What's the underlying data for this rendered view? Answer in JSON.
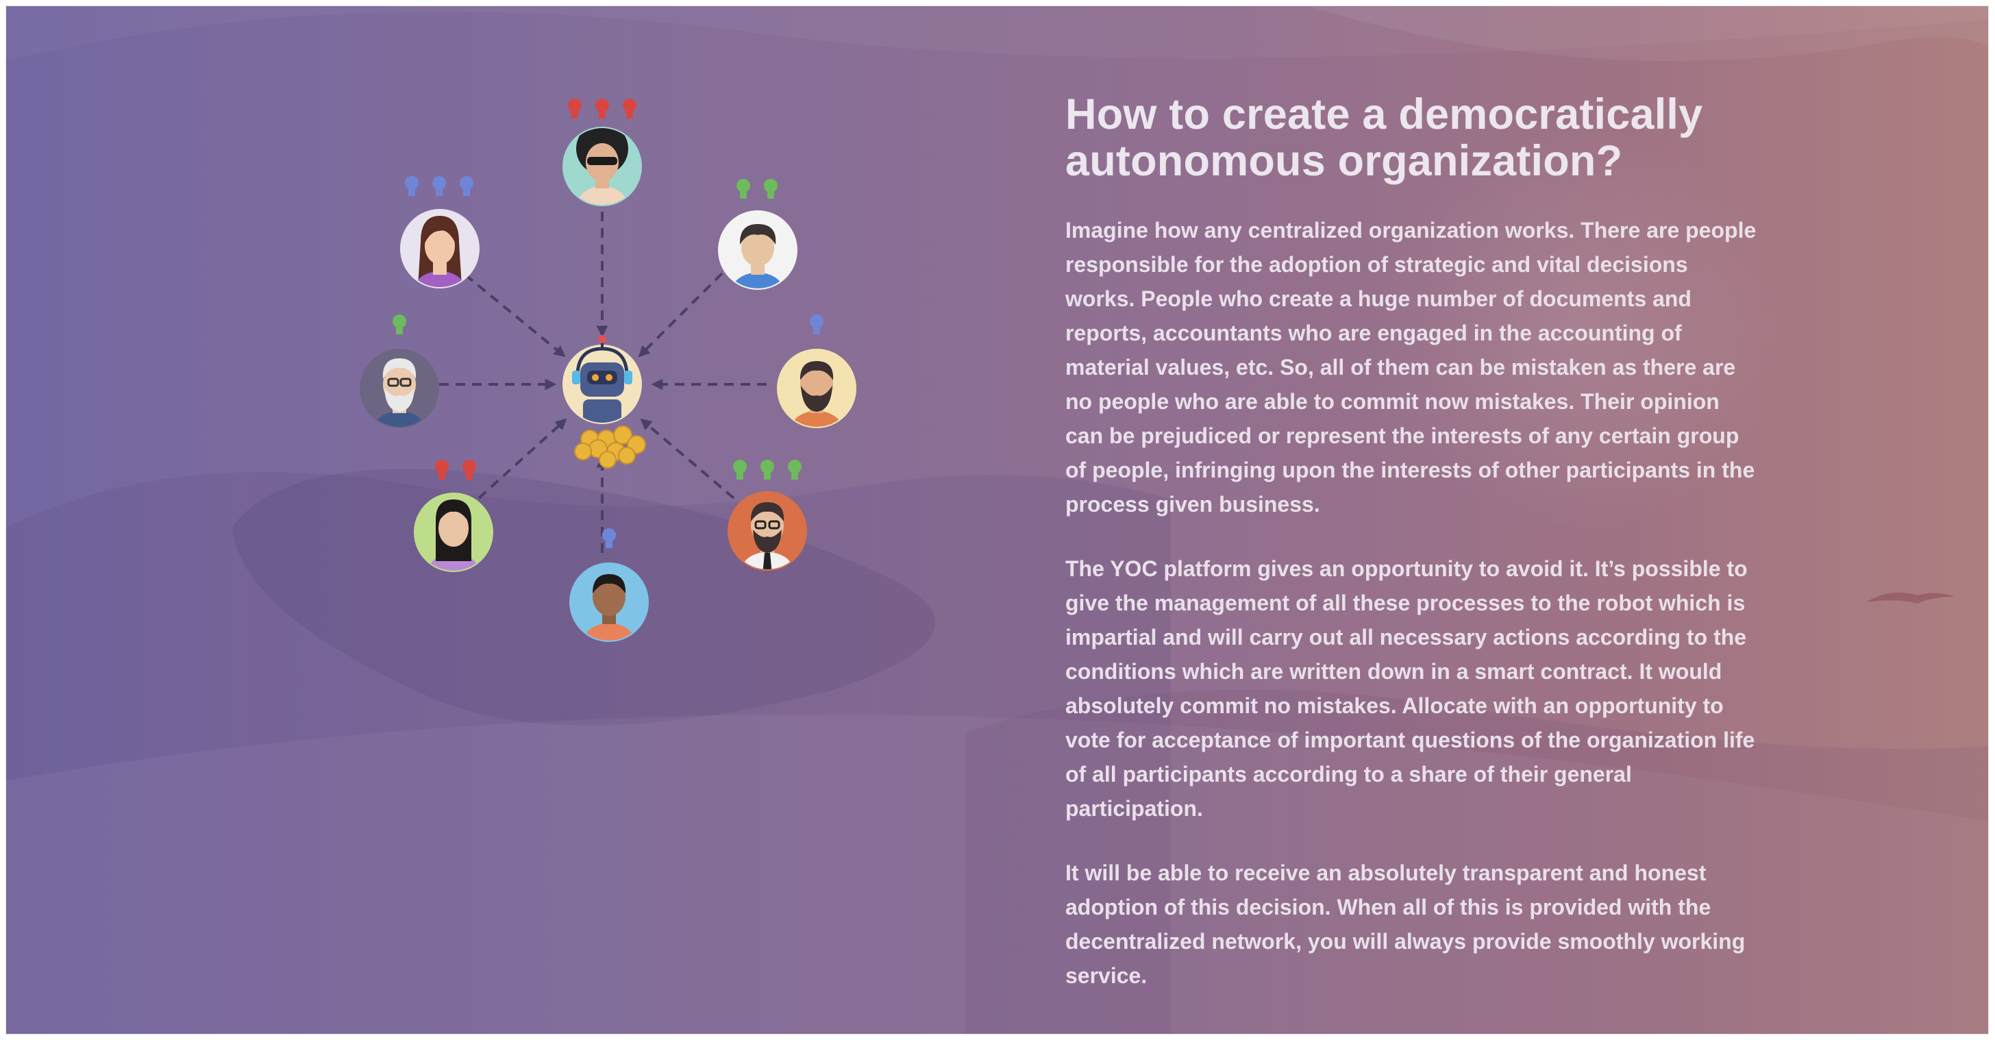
{
  "colors": {
    "background_start": "#7467a2",
    "background_end": "#ad7f80",
    "text": "#e9e1ea",
    "arrow": "#4a3f66",
    "bulb_red": "#d9463f",
    "bulb_blue": "#6f86d8",
    "bulb_green": "#6dbb5a",
    "coin": "#e8b43a"
  },
  "article": {
    "title": "How to create a democratically autonomous organization?",
    "paragraphs": [
      "Imagine how any centralized organization works. There are people responsible for the adoption of strategic and vital decisions works. People who create a huge number of documents and reports, accountants who are engaged in the accounting of material values, etc. So, all of them can be mistaken as there are no people who are able to commit now mistakes. Their opinion can be prejudiced or represent the interests of any certain group of people, infringing upon the interests of other participants in the process given business.",
      "The YOC platform gives an opportunity to avoid it. It’s possible to give the management of all these processes to the robot which is impartial and will carry out all necessary actions according to the conditions which are written down in a smart contract. It would absolutely commit no mistakes. Allocate with an opportunity to vote for acceptance of important questions of the organization life of all participants according to a share of their general participation.",
      "It will be able to receive an absolutely transparent and honest adoption of this decision. When all of this is provided with the decentralized network, you will always provide smoothly working service."
    ]
  },
  "diagram": {
    "center_icon": "robot-with-coins-icon",
    "participants": [
      {
        "name": "participant-top",
        "icon": "man-afro-sunglasses-icon",
        "bulbs": 3,
        "bulb_color": "red"
      },
      {
        "name": "participant-top-right",
        "icon": "man-dark-hair-icon",
        "bulbs": 2,
        "bulb_color": "green"
      },
      {
        "name": "participant-right",
        "icon": "man-beard-icon",
        "bulbs": 1,
        "bulb_color": "blue"
      },
      {
        "name": "participant-bottom-right",
        "icon": "man-glasses-beard-tie-icon",
        "bulbs": 3,
        "bulb_color": "green"
      },
      {
        "name": "participant-bottom",
        "icon": "man-dark-skin-icon",
        "bulbs": 1,
        "bulb_color": "blue"
      },
      {
        "name": "participant-bottom-left",
        "icon": "woman-braids-icon",
        "bulbs": 2,
        "bulb_color": "red"
      },
      {
        "name": "participant-left",
        "icon": "old-man-glasses-icon",
        "bulbs": 1,
        "bulb_color": "green"
      },
      {
        "name": "participant-top-left",
        "icon": "woman-long-hair-icon",
        "bulbs": 3,
        "bulb_color": "blue"
      }
    ]
  }
}
